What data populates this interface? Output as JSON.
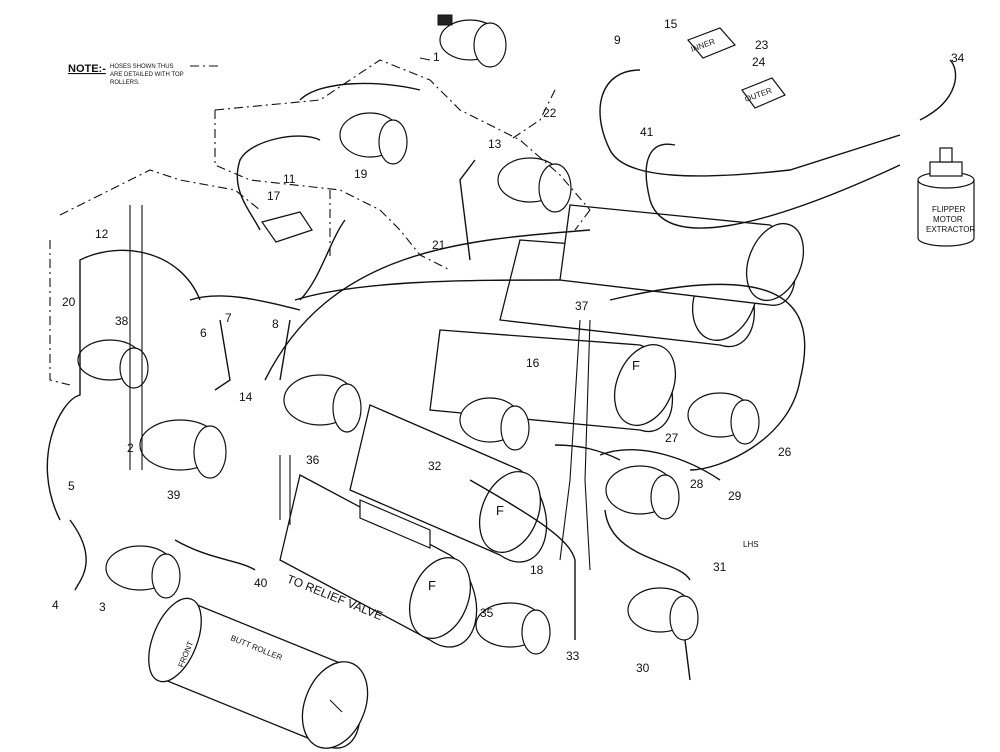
{
  "note": {
    "title": "NOTE:-",
    "line1": "HOSES SHOWN THUS",
    "line2": "ARE DETAILED WITH TOP",
    "line3": "ROLLERS."
  },
  "labels": {
    "to_relief_valve": "TO RELIEF VALVE",
    "butt_roller": "BUTT ROLLER",
    "front": "FRONT",
    "lhs": "LHS",
    "flipper_motor": "FLIPPER",
    "flipper_motor2": "MOTOR",
    "flipper_motor3": "EXTRACTOR",
    "inner": "INNER",
    "outer": "OUTER",
    "f1": "F",
    "f2": "F",
    "f3": "F",
    "f4": "F"
  },
  "callouts": [
    "1",
    "2",
    "3",
    "4",
    "5",
    "6",
    "7",
    "8",
    "9",
    "11",
    "12",
    "13",
    "14",
    "15",
    "16",
    "17",
    "18",
    "19",
    "20",
    "21",
    "22",
    "23",
    "24",
    "26",
    "27",
    "28",
    "29",
    "30",
    "31",
    "32",
    "33",
    "34",
    "35",
    "36",
    "37",
    "38",
    "39",
    "40",
    "41"
  ]
}
